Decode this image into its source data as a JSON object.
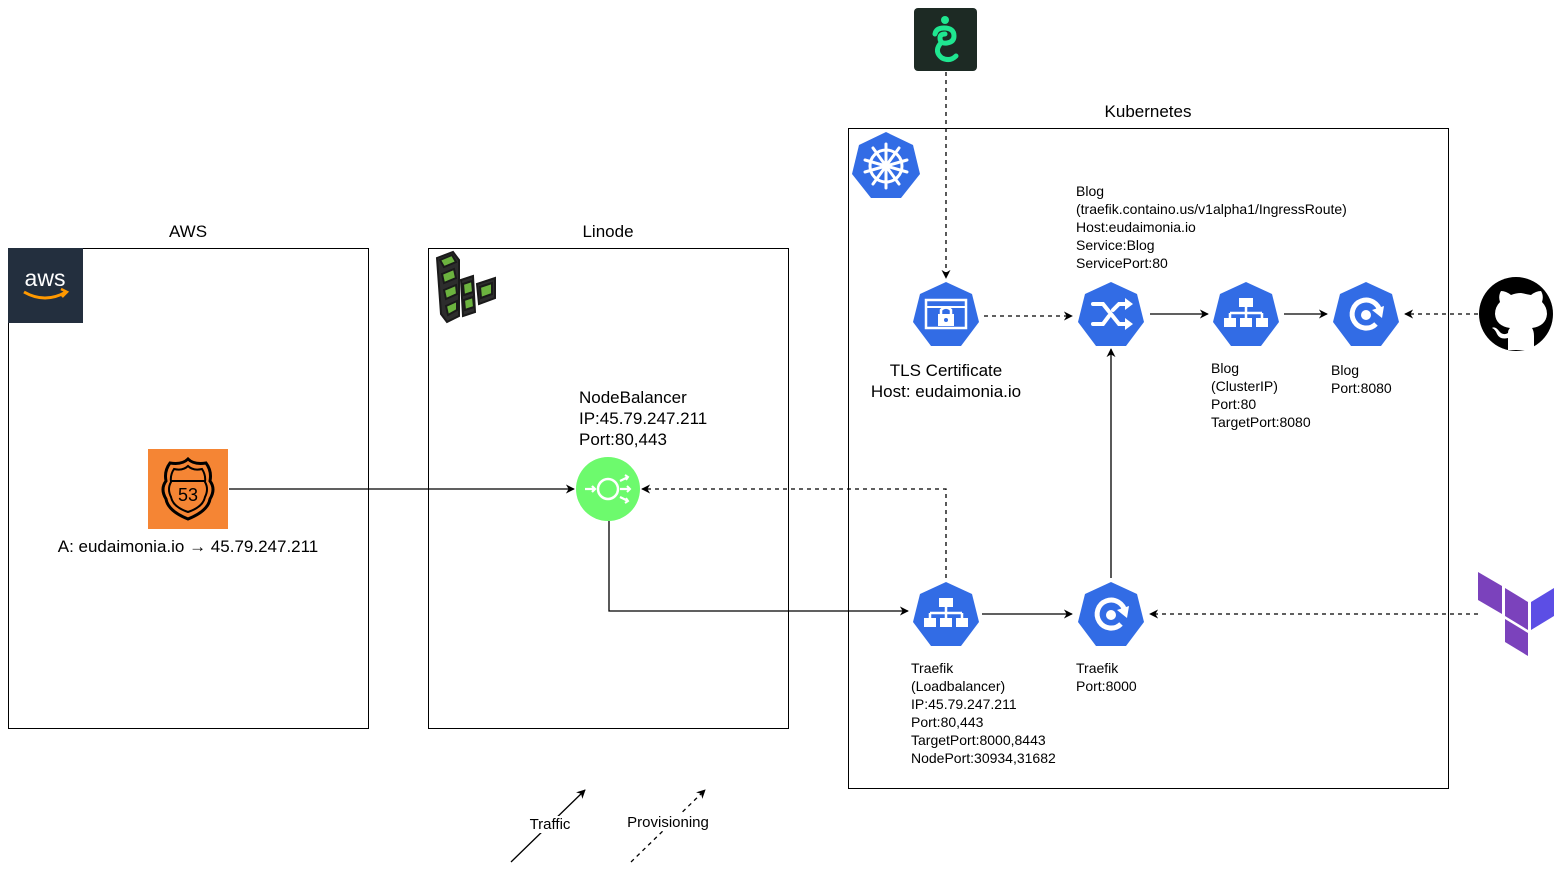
{
  "groups": {
    "aws": {
      "title": "AWS"
    },
    "linode": {
      "title": "Linode"
    },
    "kubernetes": {
      "title": "Kubernetes"
    }
  },
  "icons": {
    "aws_logo": {
      "name": "aws-logo-icon",
      "text": "aws",
      "color": "#232f3e"
    },
    "route53": {
      "name": "route53-icon",
      "text": "53",
      "color": "#f58534"
    },
    "linode_logo": {
      "name": "linode-logo-icon",
      "color": "#6cb33f"
    },
    "nodebalancer": {
      "name": "nodebalancer-icon",
      "color": "#6dfa6d"
    },
    "kubernetes_logo": {
      "name": "kubernetes-helm-icon",
      "color": "#326ce5"
    },
    "gandi_logo": {
      "name": "gandi-logo-icon",
      "color": "#1fe690"
    },
    "github_logo": {
      "name": "github-logo-icon",
      "color": "#000000"
    },
    "terraform_logo": {
      "name": "terraform-logo-icon",
      "color": "#7b42bc"
    },
    "k8s_blue": "#326ce5"
  },
  "nodes": {
    "route53": {
      "label": "A: eudaimonia.io → 45.79.247.211"
    },
    "nodebalancer": {
      "lines": [
        "NodeBalancer",
        "IP:45.79.247.211",
        "Port:80,443"
      ]
    },
    "tls": {
      "lines": [
        "TLS Certificate",
        "Host: eudaimonia.io"
      ]
    },
    "ingress": {
      "lines": [
        "Blog",
        "(traefik.containo.us/v1alpha1/IngressRoute)",
        "Host:eudaimonia.io",
        "Service:Blog",
        "ServicePort:80"
      ]
    },
    "blog_service": {
      "lines": [
        "Blog",
        "(ClusterIP)",
        "Port:80",
        "TargetPort:8080"
      ]
    },
    "blog_deploy": {
      "lines": [
        "Blog",
        "Port:8080"
      ]
    },
    "traefik_service": {
      "lines": [
        "Traefik",
        "(Loadbalancer)",
        "IP:45.79.247.211",
        "Port:80,443",
        "TargetPort:8000,8443",
        "NodePort:30934,31682"
      ]
    },
    "traefik_deploy": {
      "lines": [
        "Traefik",
        "Port:8000"
      ]
    }
  },
  "legend": {
    "traffic": "Traffic",
    "provisioning": "Provisioning"
  }
}
